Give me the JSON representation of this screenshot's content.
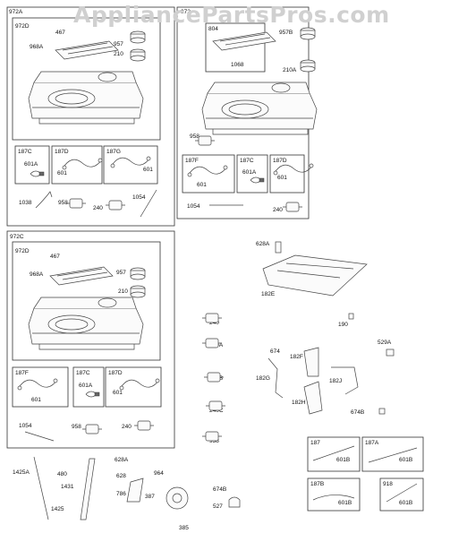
{
  "watermark": "AppliancePartsPros.com",
  "groups": {
    "g972A": "972A",
    "g972": "972",
    "g972C": "972C",
    "g972D_a": "972D",
    "g972D_b": "972D"
  },
  "labels": {
    "l467a": "467",
    "l957a": "957",
    "l968Aa": "968A",
    "l210a": "210",
    "l804": "804",
    "l957B": "957B",
    "l1068": "1068",
    "l210A": "210A",
    "l958r": "958",
    "l187Ca": "187C",
    "l187Da": "187D",
    "l187Ga": "187G",
    "l601Aa": "601A",
    "l601a1": "601",
    "l601a2": "601",
    "l1038": "1038",
    "l958a": "958",
    "l240a": "240",
    "l1054a": "1054",
    "l187Fr": "187F",
    "l187Cr": "187C",
    "l187Dr": "187D",
    "l601r1": "601",
    "l601Ar": "601A",
    "l601r2": "601",
    "l1054r": "1054",
    "l240r": "240",
    "l467c": "467",
    "l968Ac": "968A",
    "l957c": "957",
    "l210c": "210",
    "l187Fc": "187F",
    "l187Cc": "187C",
    "l187Dc": "187D",
    "l601c1": "601",
    "l601Ac": "601A",
    "l601c2": "601",
    "l1054c": "1054",
    "l958c": "958",
    "l240c": "240",
    "l628A": "628A",
    "l182E": "182E",
    "l190": "190",
    "l240m": "240",
    "l240A": "240A",
    "l240B": "240B",
    "l240C": "240C",
    "l958m": "958",
    "l674": "674",
    "l182F": "182F",
    "l182G": "182G",
    "l182J": "182J",
    "l182H": "182H",
    "l529A": "529A",
    "l674B": "674B",
    "l1425A": "1425A",
    "l1425": "1425",
    "l480": "480",
    "l1431": "1431",
    "l628Ab": "628A",
    "l628": "628",
    "l786": "786",
    "l964": "964",
    "l387": "387",
    "l385": "385",
    "l674Bb": "674B",
    "l527": "527",
    "l187": "187",
    "l601B1": "601B",
    "l187A": "187A",
    "l601B2": "601B",
    "l187B": "187B",
    "l601B3": "601B",
    "l918": "918",
    "l601B4": "601B"
  },
  "icons": [
    "fuel-tank-icon",
    "fuel-cap-icon",
    "fuel-filter-icon",
    "fuel-line-clamp-icon",
    "tank-bracket-icon",
    "fuel-pump-icon",
    "fuel-shutoff-valve-icon"
  ]
}
